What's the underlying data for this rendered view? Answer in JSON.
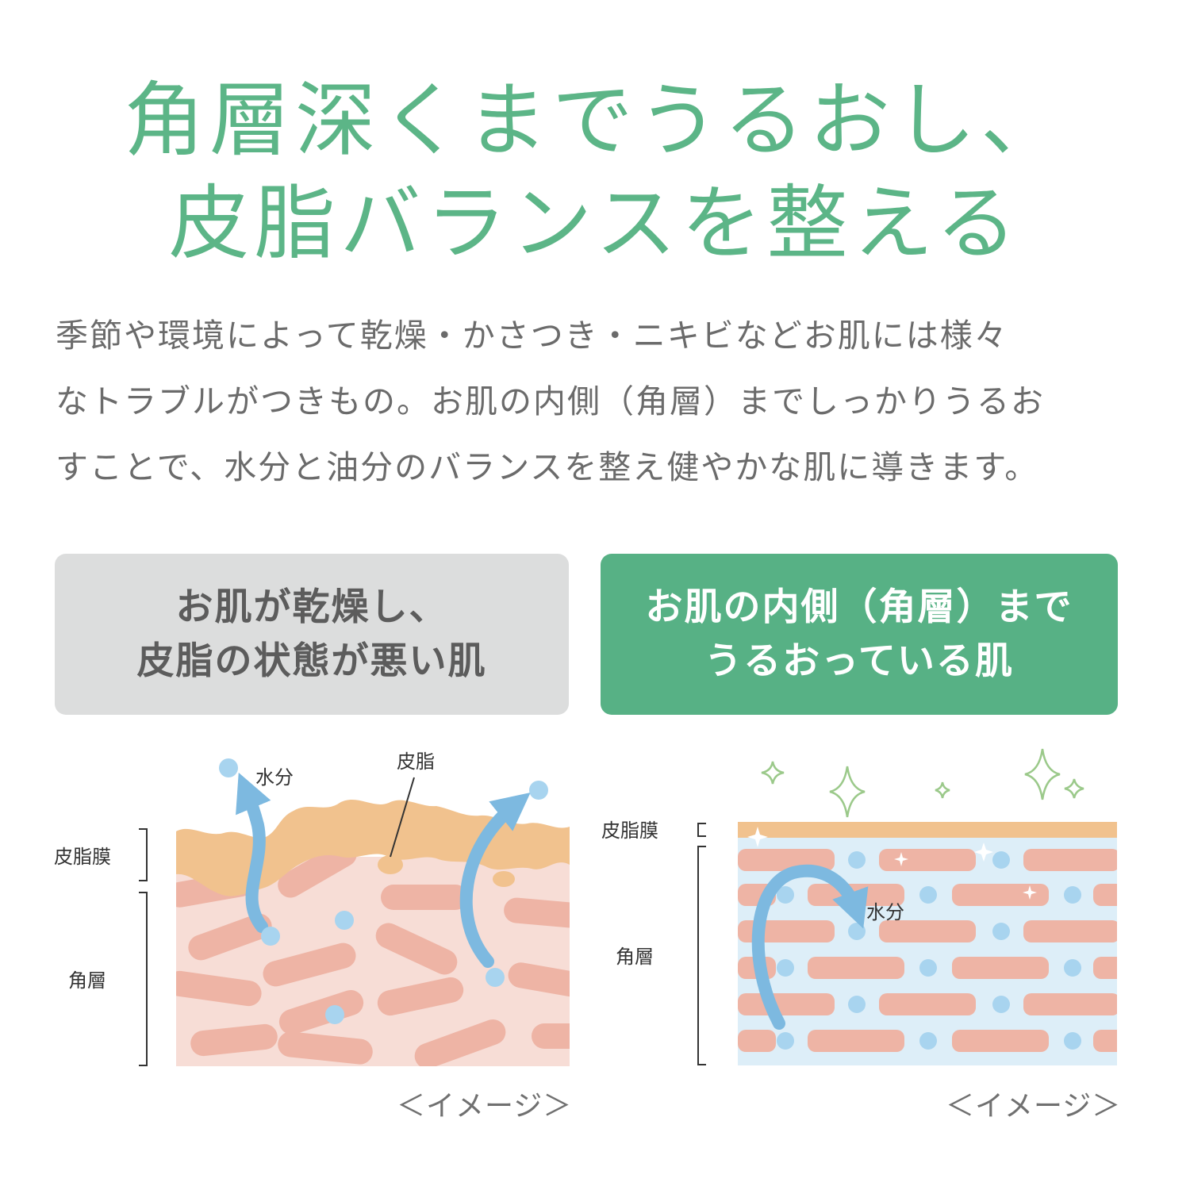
{
  "headline": {
    "line1": "角層深くまでうるおし、",
    "line2": "皮脂バランスを整える"
  },
  "body": {
    "line1": "季節や環境によって乾燥・かさつき・ニキビなどお肌には様々",
    "line2": "なトラブルがつきもの。お肌の内側（角層）までしっかりうるお",
    "line3": "すことで、水分と油分のバランスを整え健やかな肌に導きます。"
  },
  "left_card": {
    "line1": "お肌が乾燥し、",
    "line2": "皮脂の状態が悪い肌"
  },
  "right_card": {
    "line1": "お肌の内側（角層）まで",
    "line2": "うるおっている肌"
  },
  "left_diagram": {
    "label_sebum_film": "皮脂膜",
    "label_stratum": "角層",
    "label_water": "水分",
    "label_sebum": "皮脂",
    "caption": "＜イメージ＞"
  },
  "right_diagram": {
    "label_sebum_film": "皮脂膜",
    "label_stratum": "角層",
    "label_water": "水分",
    "caption": "＜イメージ＞"
  },
  "colors": {
    "accent_green": "#5cb587",
    "card_gray": "#dcdddd",
    "skin_base": "#f7ddd6",
    "cell": "#eeb4a5",
    "sebum": "#f1c28e",
    "water": "#7db9e0",
    "water_dot": "#a8d4ef",
    "hydrated_bg": "#ddeef8",
    "sparkle": "#9bc98a"
  }
}
